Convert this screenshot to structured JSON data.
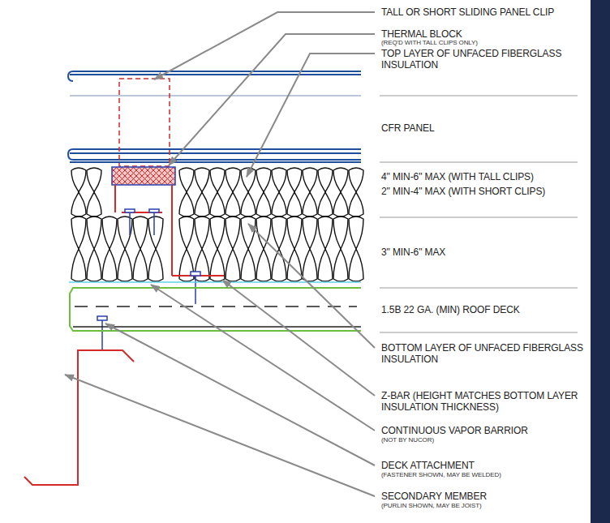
{
  "diagram": {
    "labels": [
      "TALL OR SHORT SLIDING PANEL CLIP",
      "THERMAL BLOCK",
      "(REQ'D WITH TALL CLIPS ONLY)",
      "TOP LAYER OF UNFACED FIBERGLASS INSULATION",
      "CFR PANEL",
      "4\" MIN-6\" MAX (WITH TALL CLIPS)",
      "2\" MIN-4\" MAX (WITH SHORT CLIPS)",
      "3\" MIN-6\" MAX",
      "1.5B 22 GA. (MIN) ROOF DECK",
      "BOTTOM LAYER OF UNFACED FIBERGLASS INSULATION",
      "Z-BAR (HEIGHT MATCHES BOTTOM LAYER INSULATION THICKNESS)",
      "CONTINUOUS VAPOR BARRIOR",
      "(NOT BY NUCOR)",
      "DECK ATTACHMENT",
      "(FASTENER SHOWN, MAY BE WELDED)",
      "SECONDARY MEMBER",
      "(PURLIN SHOWN, MAY BE JOIST)"
    ]
  }
}
